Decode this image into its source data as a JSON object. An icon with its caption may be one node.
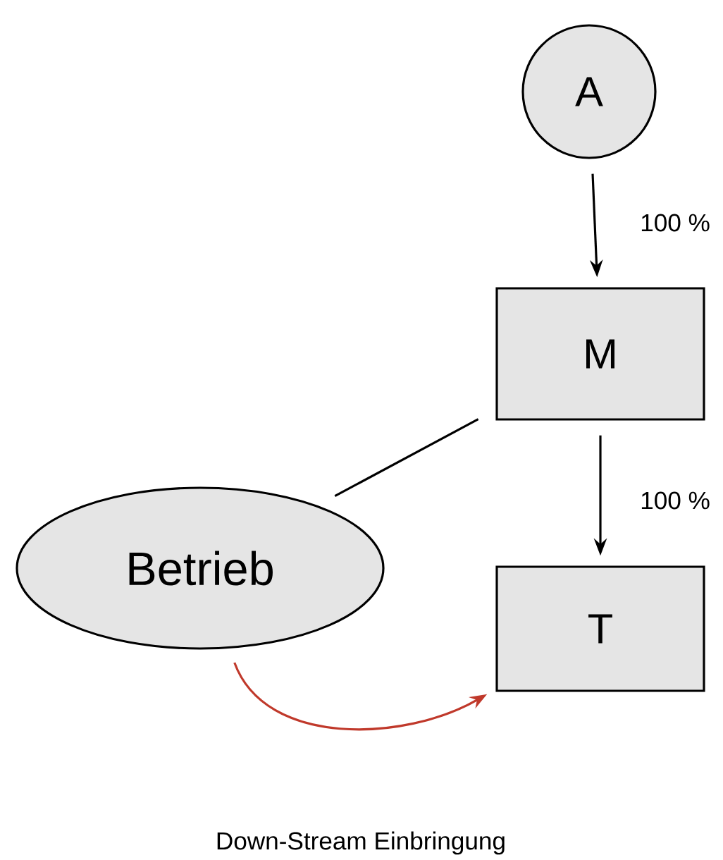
{
  "diagram": {
    "nodes": [
      {
        "text": [
          "A"
        ]
      },
      {
        "text": [
          "M"
        ]
      },
      {
        "text": [
          "T"
        ]
      },
      {
        "text": [
          "Betrieb"
        ]
      }
    ],
    "edges": [
      {
        "from": 0,
        "to": 1,
        "arrow": "to",
        "label": "100 %"
      },
      {
        "from": 1,
        "to": 2,
        "arrow": "to",
        "label": "100 %"
      },
      {
        "from": 1,
        "to": 3,
        "arrow": "none"
      },
      {
        "from": 3,
        "to": 2,
        "arrow": "to",
        "color": "#c0392b",
        "label": "Down-Stream Einbringung"
      }
    ]
  }
}
